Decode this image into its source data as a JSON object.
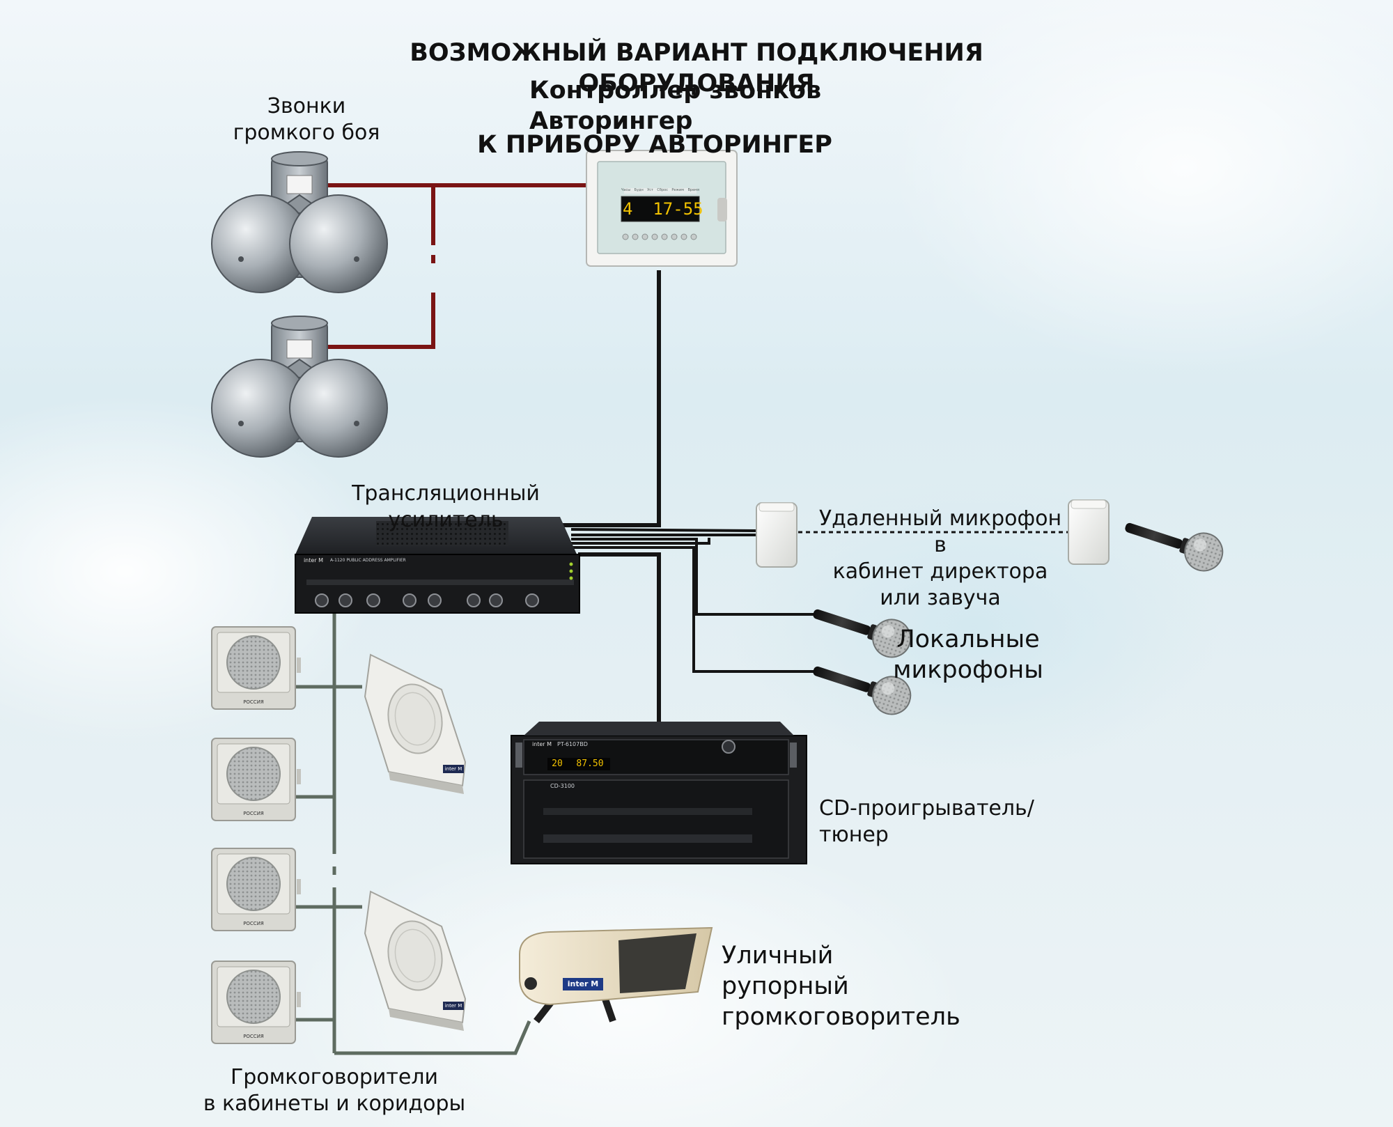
{
  "title": {
    "line1": "ВОЗМОЖНЫЙ ВАРИАНТ ПОДКЛЮЧЕНИЯ ОБОРУДОВАНИЯ",
    "line2": "К ПРИБОРУ    АВТОРИНГЕР"
  },
  "labels": {
    "controller": "Контроллер звонков\nАвторингер",
    "bells": "Звонки\nгромкого боя",
    "amplifier": "Трансляционный усилитель",
    "remote_mic": "Удаленный микрофон в\nкабинет директора\nили завуча",
    "local_mics": "Локальные\nмикрофоны",
    "cd_player": "CD-проигрыватель/тюнер",
    "horn": "Уличный\nрупорный\nгромкоговоритель",
    "speakers": "Громкоговорители\nв кабинеты и коридоры"
  },
  "devices": {
    "controller_display": "4  17-55",
    "controller_buttons": [
      "Часы",
      "Будн",
      "Уст",
      "Сброс",
      "Режим",
      "Время"
    ],
    "amplifier_brand": "inter M",
    "amplifier_model": "A-1120  PUBLIC ADDRESS AMPLIFIER",
    "tuner_brand": "inter M",
    "tuner_model": "PT-6107BD",
    "tuner_display_1": "20",
    "tuner_display_2": "87.50",
    "cd_model": "CD-3100",
    "speaker_brand": "РОССИЯ",
    "wall_speaker_brand": "inter M",
    "horn_brand": "inter M"
  },
  "colors": {
    "bell_wire": "#7a1414",
    "signal_wire": "#141414",
    "speaker_wire": "#5e6b60",
    "display_digits": "#f2c200"
  },
  "icons": [
    "bell-icon",
    "controller-panel-icon",
    "amplifier-icon",
    "microphone-icon",
    "wall-box-icon",
    "cd-tuner-rack-icon",
    "box-speaker-icon",
    "wall-speaker-icon",
    "horn-speaker-icon"
  ]
}
